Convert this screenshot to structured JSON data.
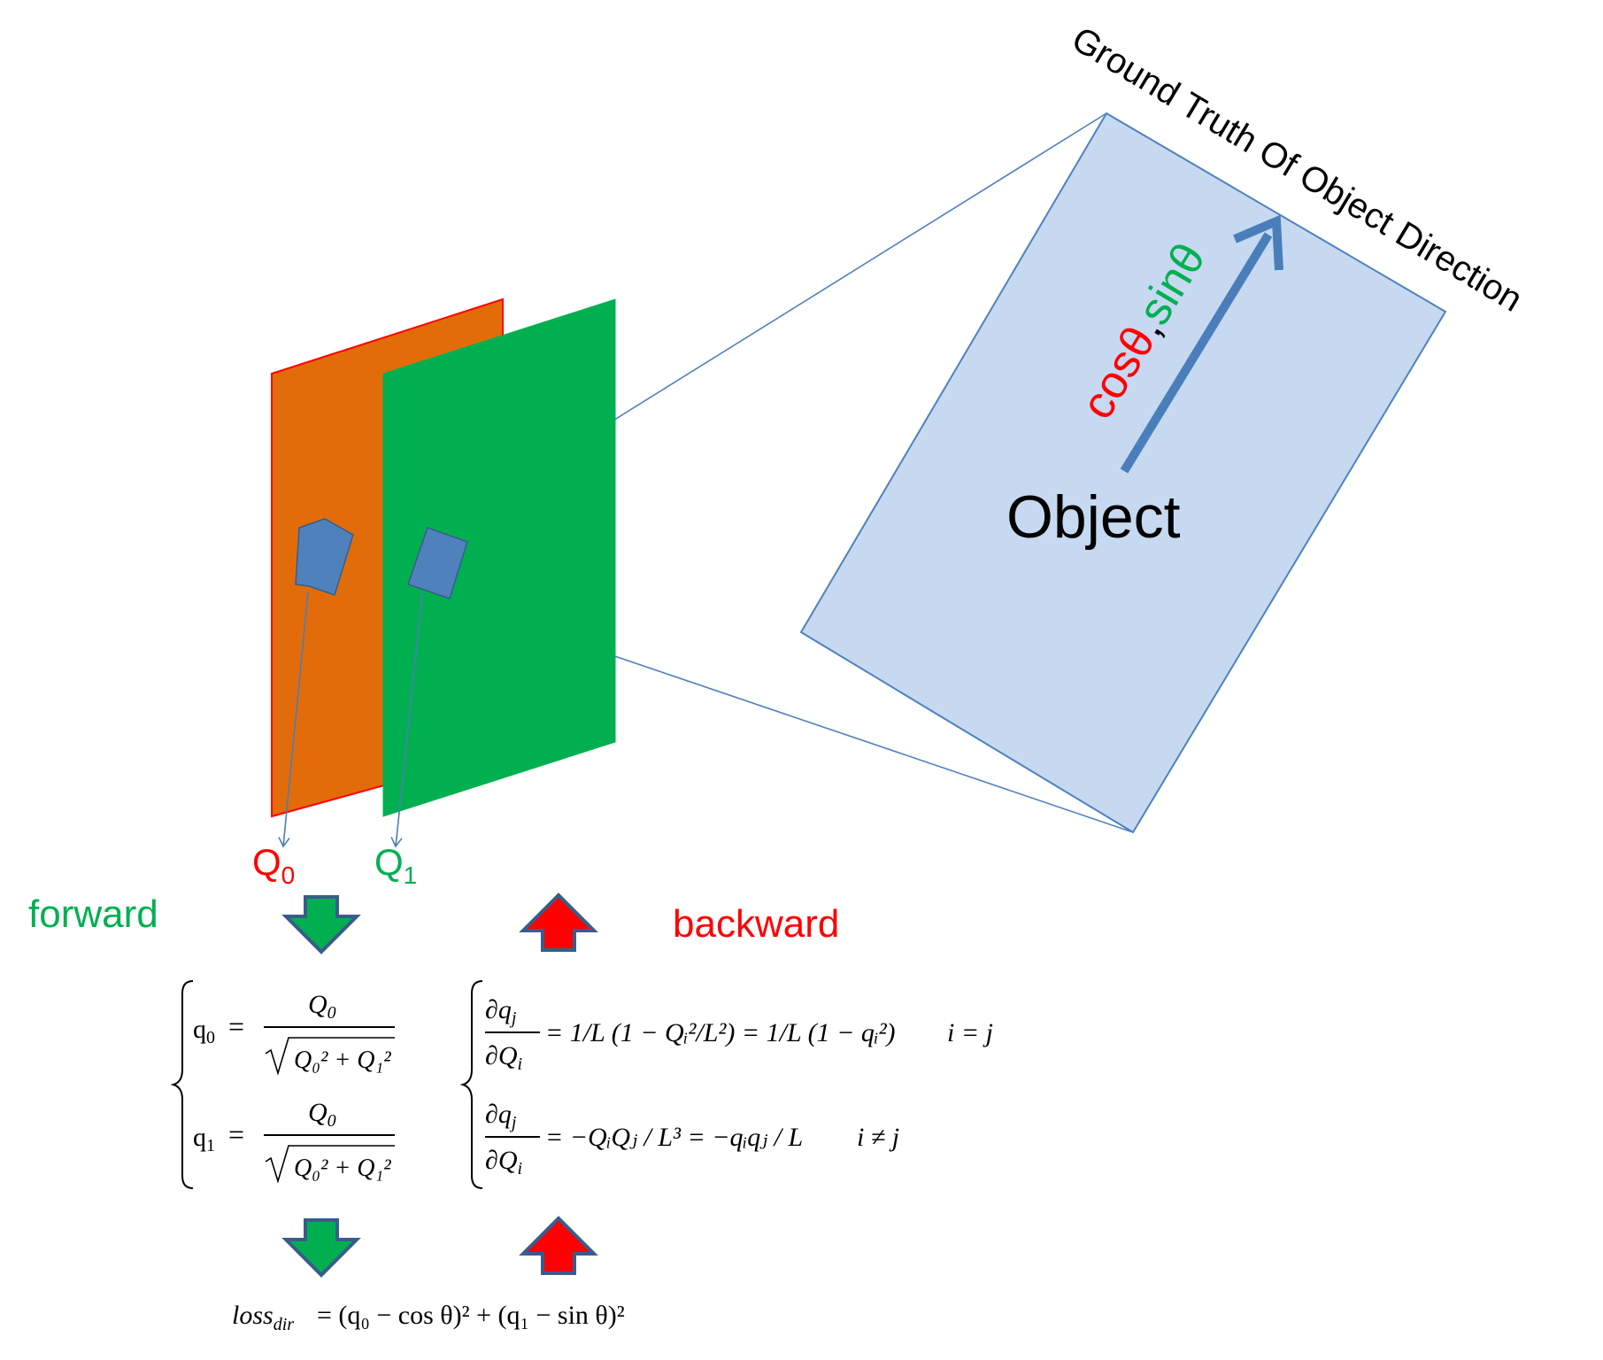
{
  "colors": {
    "orange_map": "#e36c0a",
    "orange_border": "#ff0000",
    "green_map": "#00b050",
    "object_box": "#c6d9f1",
    "box_border": "#4f81bd",
    "cell": "#4f81bd",
    "arrow_blue": "#4a7ebb",
    "text_red": "#ff0000",
    "text_green": "#00b050",
    "text_black": "#000000",
    "down_arrow_fill": "#00b050",
    "up_arrow_fill": "#ff0000",
    "block_arrow_border": "#385d8a"
  },
  "labels": {
    "ground_truth": "Ground Truth Of Object Direction",
    "cos": "cosθ",
    "comma": ",",
    "sin": "sinθ",
    "object": "Object",
    "q0_main": "Q",
    "q0_sub": "0",
    "q1_main": "Q",
    "q1_sub": "1",
    "forward": "forward",
    "backward": "backward"
  },
  "equations": {
    "forward": {
      "q0_lhs": "q",
      "q0_lhs_sub": "0",
      "q1_lhs": "q",
      "q1_lhs_sub": "1",
      "equals": "=",
      "numerator": "Q",
      "numerator_sub": "0",
      "denominator": "Q₀² + Q₁²"
    },
    "backward": {
      "diag_numerator": "∂q",
      "diag_numerator_sub": "j",
      "diag_denominator": "∂Q",
      "diag_denominator_sub": "i",
      "case_same_rhs": "= 1/L (1 − Qᵢ²/L²) = 1/L (1 − qᵢ²)",
      "case_same_cond": "i = j",
      "case_diff_rhs": "= −QᵢQⱼ / L³ = −qᵢqⱼ / L",
      "case_diff_cond": "i ≠ j"
    },
    "loss": "loss",
    "loss_sub": "dir",
    "loss_rhs": "= (q₀ − cos θ)² + (q₁ − sin θ)²"
  }
}
